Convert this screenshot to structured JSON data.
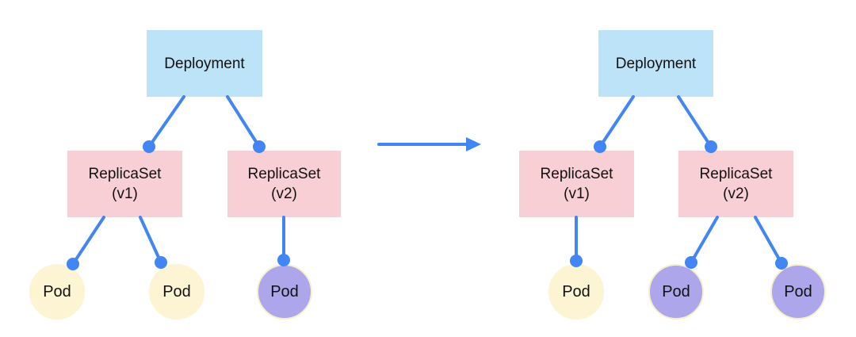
{
  "colors": {
    "background": "#FFFFFF",
    "deployment_fill": "#BDE3F8",
    "replicaset_fill": "#F9CFD6",
    "pod_v1_fill": "#FCF4D3",
    "pod_v2_fill": "#AEA6EB",
    "pod_border": "#F8F0CB",
    "connector": "#4285F4",
    "label_text": "#111111"
  },
  "arrow": {
    "direction": "right"
  },
  "before": {
    "deployment": {
      "label": "Deployment"
    },
    "replicasets": [
      {
        "name": "ReplicaSet",
        "version": "(v1)"
      },
      {
        "name": "ReplicaSet",
        "version": "(v2)"
      }
    ],
    "pods": [
      {
        "label": "Pod",
        "version": "v1"
      },
      {
        "label": "Pod",
        "version": "v1"
      },
      {
        "label": "Pod",
        "version": "v2"
      }
    ]
  },
  "after": {
    "deployment": {
      "label": "Deployment"
    },
    "replicasets": [
      {
        "name": "ReplicaSet",
        "version": "(v1)"
      },
      {
        "name": "ReplicaSet",
        "version": "(v2)"
      }
    ],
    "pods": [
      {
        "label": "Pod",
        "version": "v1"
      },
      {
        "label": "Pod",
        "version": "v2"
      },
      {
        "label": "Pod",
        "version": "v2"
      }
    ]
  }
}
